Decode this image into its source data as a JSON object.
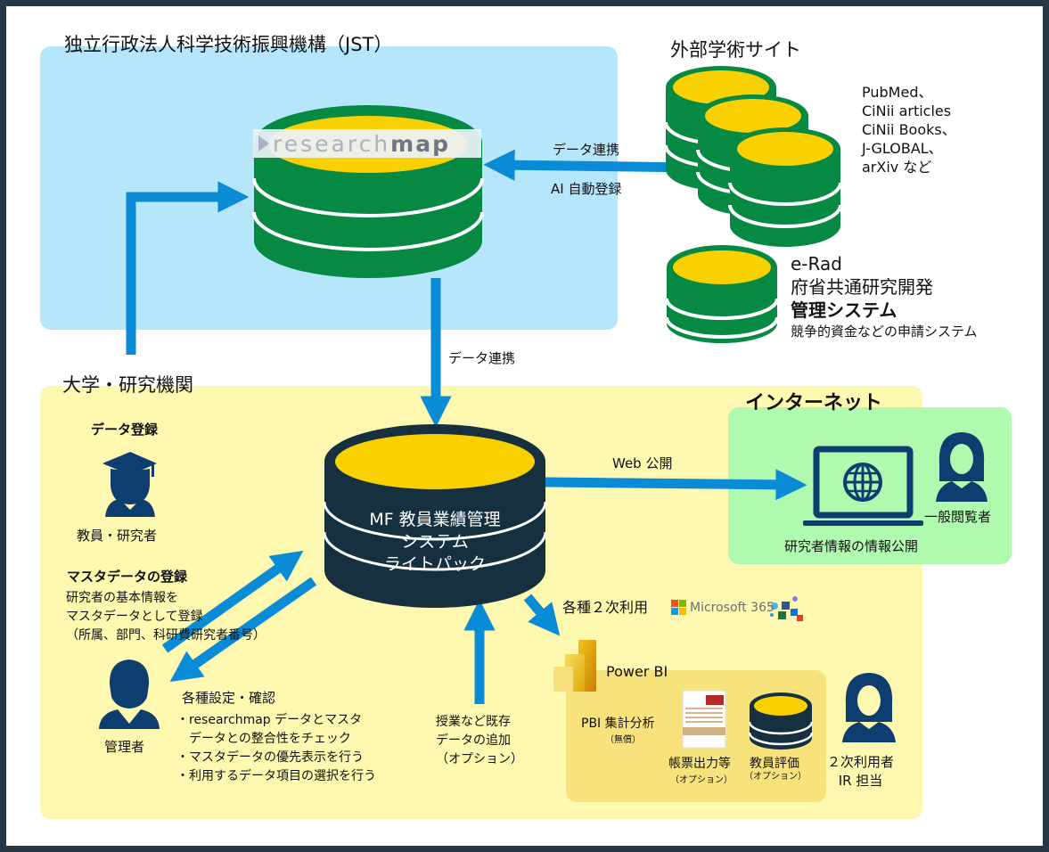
{
  "regions": {
    "jst": {
      "title": "独立行政法人科学技術振興機構（JST）",
      "color": "#b5e6fb"
    },
    "external": {
      "title": "外部学術サイト"
    },
    "university": {
      "title": "大学・研究機関",
      "color": "#fef8b0"
    },
    "internet": {
      "title": "インターネット",
      "color": "#b0fab0"
    },
    "powerbi": {
      "title": "Power BI",
      "color": "#f8e27c"
    }
  },
  "researchmap": {
    "logo_light": "research",
    "logo_dark": "map"
  },
  "external_sites": {
    "lines": [
      "PubMed、",
      "CiNii articles",
      "CiNii Books、",
      "J-GLOBAL、",
      "arXiv など"
    ]
  },
  "erad": {
    "lines": [
      "e-Rad",
      "府省共通研究開発",
      "管理システム"
    ],
    "sub": "競争的資金などの申請システム"
  },
  "arrows": {
    "external_to_rm_top": "データ連携",
    "external_to_rm_bottom": "AI 自動登録",
    "rm_to_mf": "データ連携",
    "web": "Web 公開",
    "secondary": "各種２次利用",
    "ms365": "Microsoft 365"
  },
  "mf_system": {
    "lines": [
      "MF 教員業績管理",
      "システム",
      "ライトパック"
    ]
  },
  "researcher": {
    "heading": "データ登録",
    "label": "教員・研究者"
  },
  "master": {
    "heading": "マスタデータの登録",
    "lines": [
      "研究者の基本情報を",
      "マスタデータとして登録",
      "（所属、部門、科研費研究者番号）"
    ]
  },
  "admin": {
    "label": "管理者"
  },
  "settings": {
    "heading": "各種設定・確認",
    "lines": [
      "・researchmap データとマスタ",
      "　データとの整合性をチェック",
      "・マスタデータの優先表示を行う",
      "・利用するデータ項目の選択を行う"
    ]
  },
  "existing_data": {
    "lines": [
      "授業など既存",
      "データの追加",
      "（オプション）"
    ]
  },
  "internet": {
    "viewer": "一般閲覧者",
    "caption": "研究者情報の情報公開"
  },
  "pbi": {
    "analysis": "PBI 集計分析",
    "analysis_sub": "（無償）",
    "report": "帳票出力等",
    "report_sub": "（オプション）",
    "eval": "教員評価",
    "eval_sub": "（オプション）"
  },
  "secondary_user": {
    "lines": [
      "２次利用者",
      "IR 担当"
    ]
  },
  "colors": {
    "arrow": "#0a8bd6",
    "db_green": "#068a43",
    "db_yellow": "#fad100",
    "db_dark": "#17303f",
    "person": "#0e3e6f",
    "frame": "#263746"
  }
}
